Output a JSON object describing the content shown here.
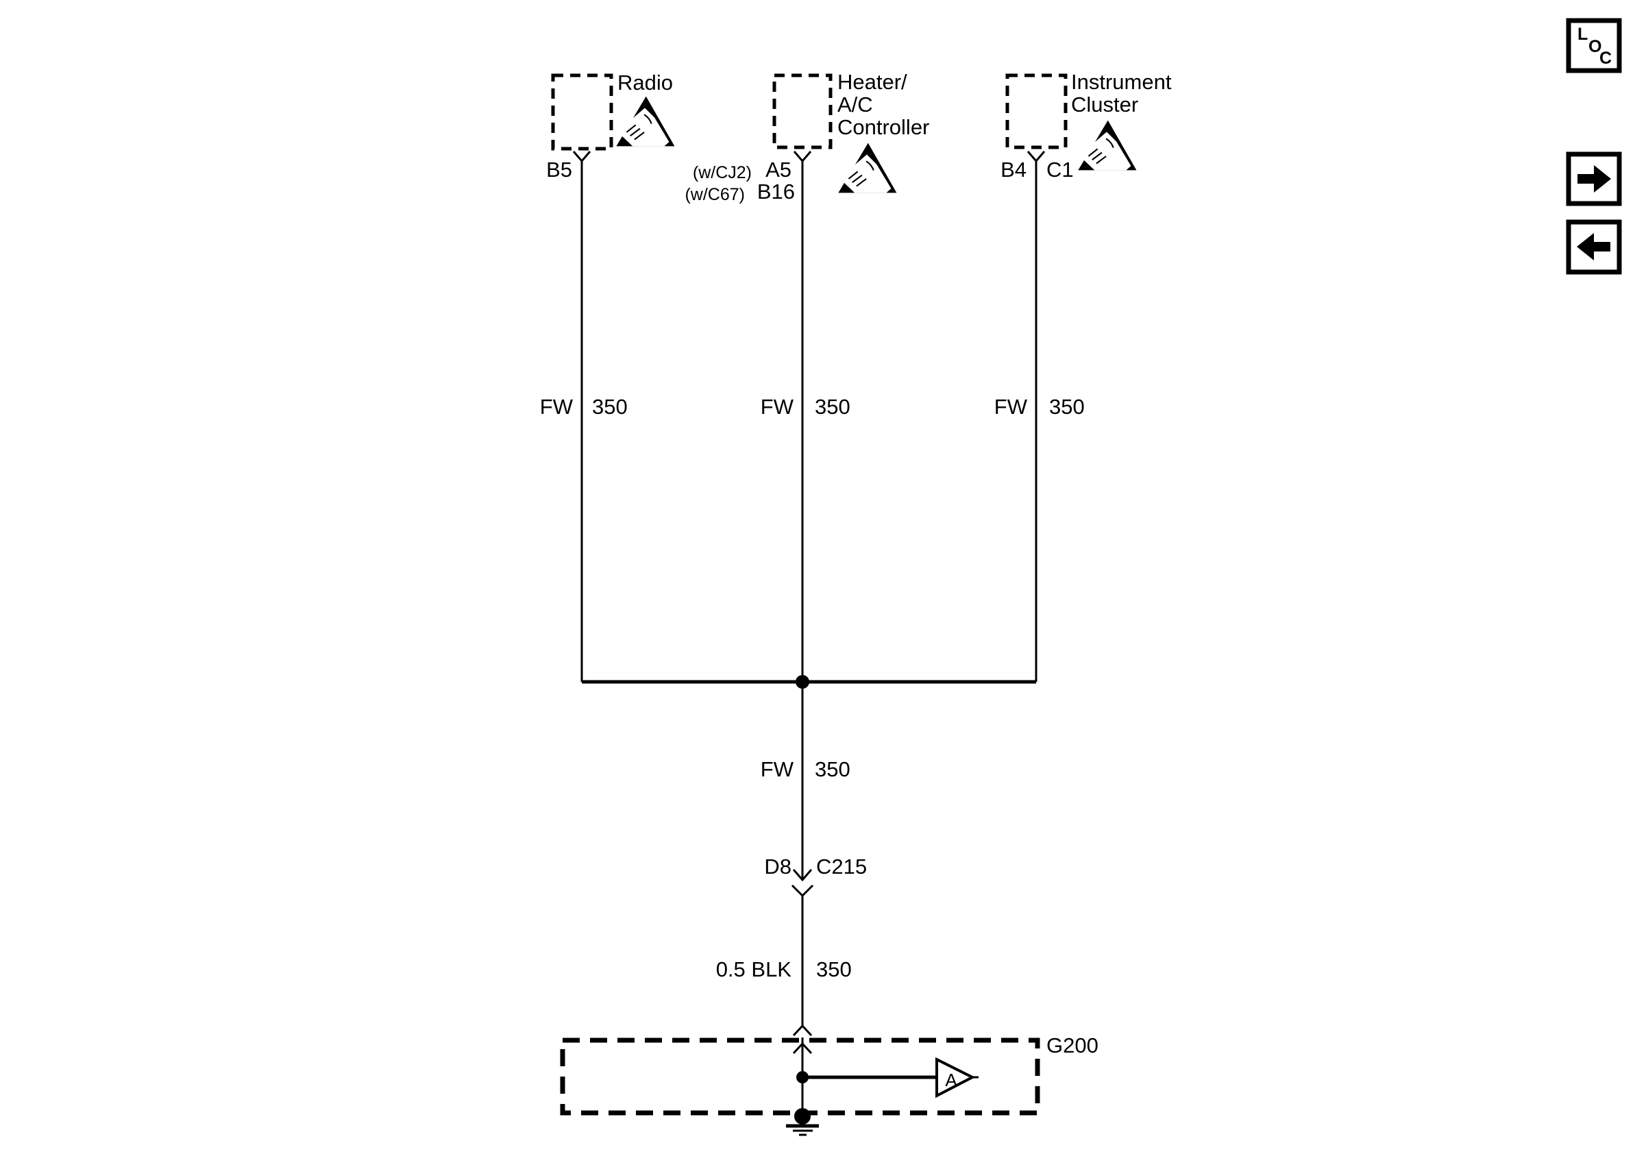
{
  "diagram": {
    "components": {
      "radio": {
        "label": "Radio",
        "pin": "B5"
      },
      "hvac": {
        "label_lines": [
          "Heater/",
          "A/C",
          "Controller"
        ],
        "pin1_qualifier": "(w/CJ2)",
        "pin1": "A5",
        "pin2_qualifier": "(w/C67)",
        "pin2": "B16"
      },
      "cluster": {
        "label_lines": [
          "Instrument",
          "Cluster"
        ],
        "pin_left": "B4",
        "pin_right": "C1"
      }
    },
    "wire_labels": {
      "radio_branch": {
        "color": "FW",
        "circuit": "350"
      },
      "hvac_branch": {
        "color": "FW",
        "circuit": "350"
      },
      "cluster_branch": {
        "color": "FW",
        "circuit": "350"
      },
      "common": {
        "color": "FW",
        "circuit": "350"
      },
      "ground_segment": {
        "color": "0.5 BLK",
        "circuit": "350"
      }
    },
    "inline_connector": {
      "pin": "D8",
      "connector": "C215"
    },
    "ground": {
      "id": "G200",
      "branch_arrow": "A"
    }
  },
  "controls": {
    "loc": {
      "l": "L",
      "o": "O",
      "c": "C"
    },
    "forward_icon": "arrow-right-icon",
    "back_icon": "arrow-left-icon"
  },
  "colors": {
    "ink": "#000000",
    "paper": "#ffffff"
  }
}
